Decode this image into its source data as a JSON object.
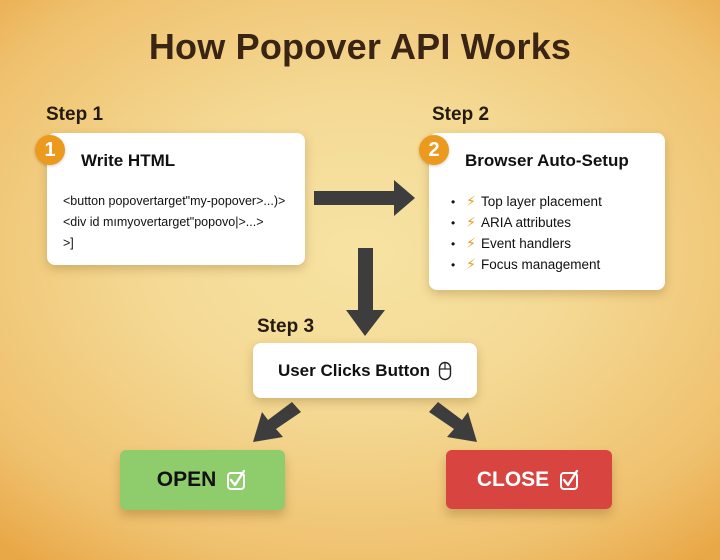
{
  "title": "How Popover API Works",
  "steps": [
    {
      "label": "Step 1",
      "number": "1",
      "card_title": "Write HTML",
      "code_lines": [
        "<button popovertarget\"my-popover>...)>",
        "<div id mımyovertarget\"popovo|>...>",
        ">]"
      ]
    },
    {
      "label": "Step 2",
      "number": "2",
      "card_title": "Browser Auto-Setup",
      "features": [
        {
          "bullet": "•",
          "icon": "lightning-bolt-icon",
          "glyph": "⚡",
          "text": "Top layer placement"
        },
        {
          "bullet": "•",
          "icon": "lightning-bolt-icon",
          "glyph": "⚡",
          "text": "ARIA attributes"
        },
        {
          "bullet": "•",
          "icon": "lightning-bolt-icon",
          "glyph": "⚡",
          "text": "Event handlers"
        },
        {
          "bullet": "•",
          "icon": "lightning-bolt-icon",
          "glyph": "⚡",
          "text": "Focus management"
        }
      ]
    },
    {
      "label": "Step 3",
      "card_title": "User Clicks Button",
      "icon": "mouse-icon"
    }
  ],
  "outcomes": [
    {
      "label": "OPEN",
      "icon": "checkbox-checked-icon",
      "color": "#8fcc6c",
      "text_color": "#111111"
    },
    {
      "label": "CLOSE",
      "icon": "checkbox-checked-icon",
      "color": "#d84540",
      "text_color": "#ffffff"
    }
  ],
  "colors": {
    "title": "#3a2414",
    "badge": "#ec9a1e",
    "arrow": "#3d3d3d",
    "bolt": "#ef9a22"
  }
}
